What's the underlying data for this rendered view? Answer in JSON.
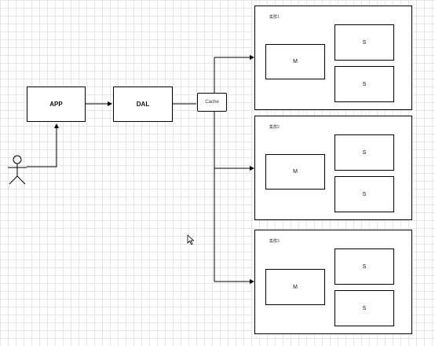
{
  "nodes": {
    "app": "APP",
    "dal": "DAL",
    "cache": "Cache"
  },
  "groups": [
    {
      "label": "集群1",
      "master": "M",
      "slaves": [
        "S",
        "S"
      ]
    },
    {
      "label": "集群2",
      "master": "M",
      "slaves": [
        "S",
        "S"
      ]
    },
    {
      "label": "集群3",
      "master": "M",
      "slaves": [
        "S",
        "S"
      ]
    }
  ],
  "colors": {
    "line": "#000000",
    "grid": "#e6e6e6",
    "box_border": "#000000"
  }
}
